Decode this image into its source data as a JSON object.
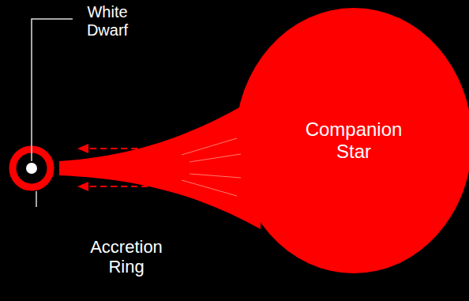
{
  "diagram": {
    "nodes": [
      {
        "text": [
          "Companion Star"
        ]
      }
    ],
    "labels": [
      "White Dwarf",
      "Accretion Ring"
    ]
  }
}
